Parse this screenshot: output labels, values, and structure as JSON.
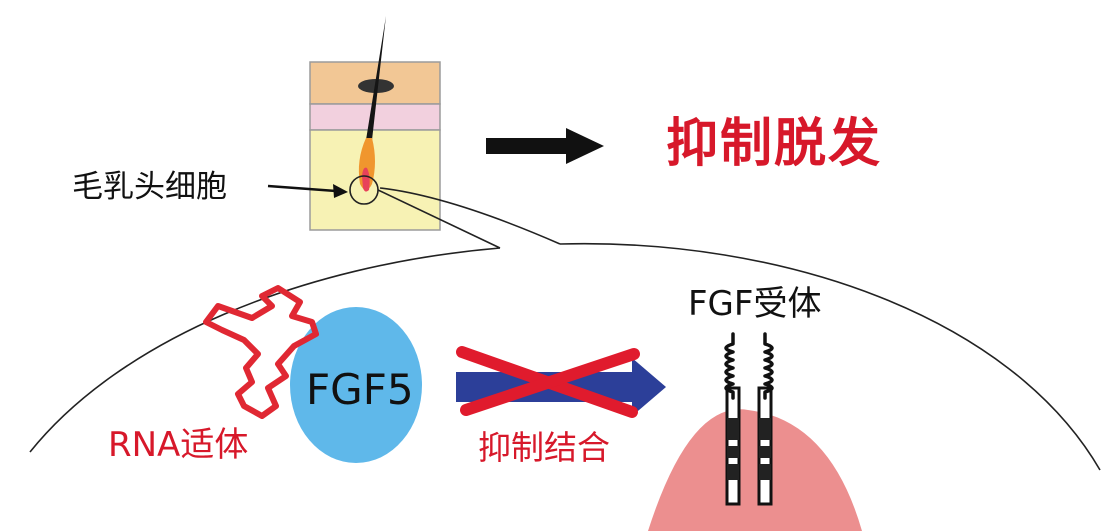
{
  "labels": {
    "dermal_papilla_cell": "毛乳头细胞",
    "inhibit_hair_loss": "抑制脱发",
    "fgf_receptor": "FGF受体",
    "fgf5": "FGF5",
    "rna_aptamer": "RNA适体",
    "inhibit_binding": "抑制结合"
  },
  "colors": {
    "accent_red": "#d7182a",
    "fgf5_blue": "#5fb8ea",
    "arrow_blue": "#2c3f99",
    "cell_pink": "#ec8f8f",
    "skin_top": "#f2c795",
    "skin_mid": "#f2d0de",
    "skin_dermis": "#f7f2b4"
  }
}
